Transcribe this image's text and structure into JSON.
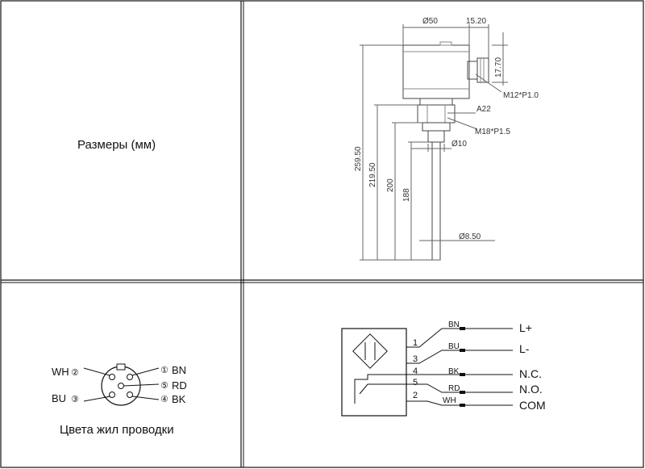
{
  "dimensions_cell": {
    "label": "Размеры (мм)",
    "d_housing": "Ø50",
    "connector_offset": "15.20",
    "connector_height": "17.70",
    "connector_thread": "M12*P1.0",
    "hex": "A22",
    "process_thread": "M18*P1.5",
    "d_rod": "Ø10",
    "d_tip": "Ø8.50",
    "len_total": "259.50",
    "len_2": "219.50",
    "len_3": "200",
    "len_4": "188"
  },
  "pinout_cell": {
    "label": "Цвета жил проводки",
    "wh": "WH",
    "wh_pin": "②",
    "bu": "BU",
    "bu_pin": "③",
    "bn": "BN",
    "bn_pin": "①",
    "rd": "RD",
    "rd_pin": "⑤",
    "bk": "BK",
    "bk_pin": "④"
  },
  "wiring_cell": {
    "wires": [
      {
        "pin": "1",
        "color": "BN",
        "signal": "L+"
      },
      {
        "pin": "3",
        "color": "BU",
        "signal": "L-"
      },
      {
        "pin": "4",
        "color": "BK",
        "signal": "N.C."
      },
      {
        "pin": "5",
        "color": "RD",
        "signal": "N.O."
      },
      {
        "pin": "2",
        "color": "WH",
        "signal": "COM"
      }
    ]
  }
}
